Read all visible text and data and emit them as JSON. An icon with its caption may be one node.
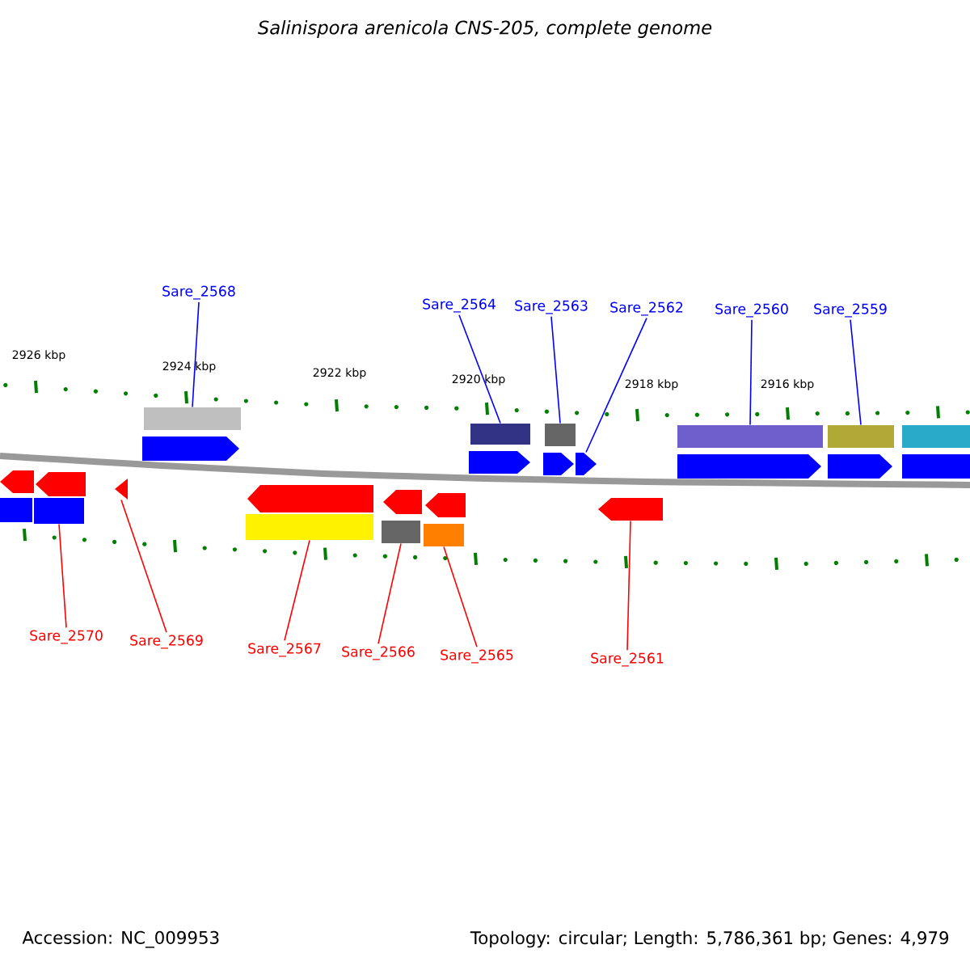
{
  "diagram": {
    "title": "Salinispora arenicola CNS-205, complete genome",
    "nodes": [
      {
        "text": [
          "Sare_2568"
        ]
      },
      {
        "text": [
          "Sare_2564"
        ]
      },
      {
        "text": [
          "Sare_2563"
        ]
      },
      {
        "text": [
          "Sare_2562"
        ]
      },
      {
        "text": [
          "Sare_2560"
        ]
      },
      {
        "text": [
          "Sare_2559"
        ]
      },
      {
        "text": [
          "Sare_2570"
        ]
      },
      {
        "text": [
          "Sare_2569"
        ]
      },
      {
        "text": [
          "Sare_2567"
        ]
      },
      {
        "text": [
          "Sare_2566"
        ]
      },
      {
        "text": [
          "Sare_2565"
        ]
      },
      {
        "text": [
          "Sare_2561"
        ]
      },
      {
        "text": [],
        "shape": "box"
      },
      {
        "text": [],
        "shape": "box"
      },
      {
        "text": [],
        "shape": "box"
      },
      {
        "text": [],
        "shape": "box"
      },
      {
        "text": [],
        "shape": "box"
      },
      {
        "text": [],
        "shape": "box"
      },
      {
        "text": [],
        "shape": "arrow"
      },
      {
        "text": [],
        "shape": "arrow"
      },
      {
        "text": [],
        "shape": "arrow"
      },
      {
        "text": [],
        "shape": "arrow"
      },
      {
        "text": [],
        "shape": "arrow"
      },
      {
        "text": [],
        "shape": "arrow"
      },
      {
        "text": [],
        "shape": "box"
      },
      {
        "text": [],
        "shape": "arrow"
      },
      {
        "text": [],
        "shape": "arrow"
      },
      {
        "text": [],
        "shape": "arrow"
      },
      {
        "text": [],
        "shape": "arrow"
      },
      {
        "text": [],
        "shape": "arrow"
      },
      {
        "text": [],
        "shape": "arrow"
      },
      {
        "text": [],
        "shape": "arrow"
      },
      {
        "text": [],
        "shape": "box"
      },
      {
        "text": [],
        "shape": "box"
      },
      {
        "text": [],
        "shape": "box"
      },
      {
        "text": [],
        "shape": "box"
      },
      {
        "text": [],
        "shape": "box"
      }
    ],
    "edges": [
      {
        "from": 0,
        "to": 12,
        "arrow": "none"
      },
      {
        "from": 1,
        "to": 13,
        "arrow": "none"
      },
      {
        "from": 2,
        "to": 14,
        "arrow": "none"
      },
      {
        "from": 3,
        "to": 21,
        "arrow": "none"
      },
      {
        "from": 4,
        "to": 15,
        "arrow": "none"
      },
      {
        "from": 5,
        "to": 16,
        "arrow": "none"
      },
      {
        "from": 6,
        "to": 33,
        "arrow": "none",
        "color": "#ff0000"
      },
      {
        "from": 7,
        "to": 27,
        "arrow": "none",
        "color": "#ff0000"
      },
      {
        "from": 8,
        "to": 34,
        "arrow": "none",
        "color": "#ff0000"
      },
      {
        "from": 9,
        "to": 35,
        "arrow": "none",
        "color": "#ff0000"
      },
      {
        "from": 10,
        "to": 36,
        "arrow": "none",
        "color": "#ff0000"
      },
      {
        "from": 11,
        "to": 31,
        "arrow": "none",
        "color": "#ff0000"
      }
    ],
    "labels": [
      "2926 kbp",
      "2924 kbp",
      "2922 kbp",
      "2920 kbp",
      "2918 kbp",
      "2916 kbp",
      "Accession: NC_009953",
      "Topology: circular; Length: 5,786,361 bp; Genes: 4,979"
    ]
  }
}
